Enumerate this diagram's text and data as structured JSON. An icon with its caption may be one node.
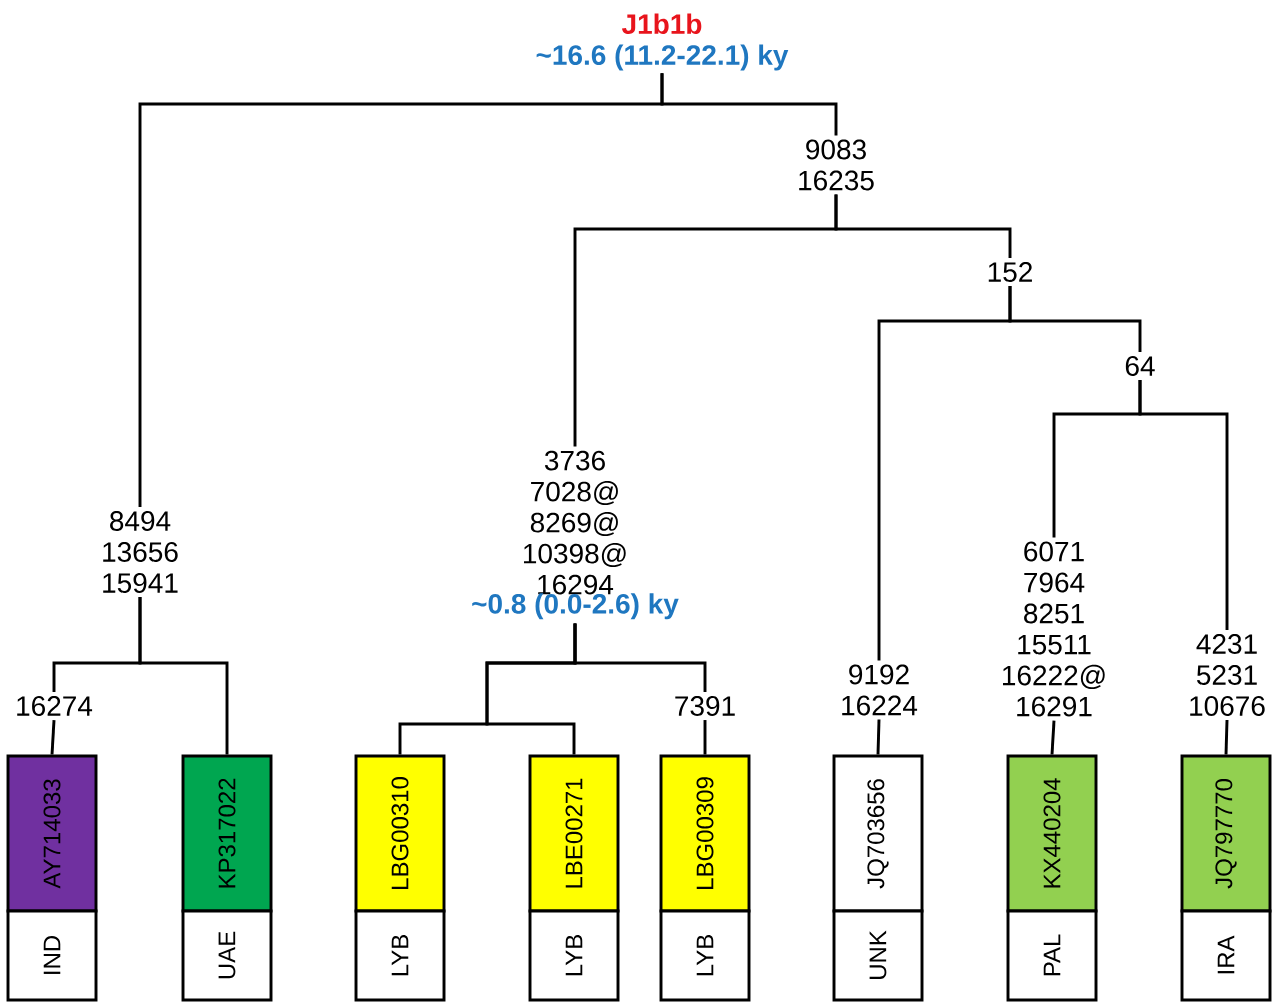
{
  "diagram": {
    "nodes": [
      {
        "text": [
          "J1b1b",
          "~16.6 (11.2-22.1) ky"
        ]
      },
      {
        "text": [
          "9083 16235"
        ]
      },
      {
        "text": [
          "152"
        ]
      },
      {
        "text": [
          "64"
        ]
      },
      {
        "text": [
          "8494 13656 15941"
        ]
      },
      {
        "text": [
          "3736 7028@ 8269@ 10398@ 16294",
          "~0.8 (0.0-2.6) ky"
        ]
      },
      {
        "text": [
          "6071 7964 8251 15511 16222@ 16291"
        ]
      },
      {
        "text": [
          "4231 5231 10676"
        ]
      },
      {
        "text": [
          "16274"
        ]
      },
      {
        "text": [
          "7391"
        ]
      },
      {
        "text": [
          "9192 16224"
        ]
      },
      {
        "text": [
          "AY714033"
        ]
      },
      {
        "text": [
          "KP317022"
        ]
      },
      {
        "text": [
          "LBG00310"
        ]
      },
      {
        "text": [
          "LBE00271"
        ]
      },
      {
        "text": [
          "LBG00309"
        ]
      },
      {
        "text": [
          "JQ703656"
        ]
      },
      {
        "text": [
          "KX440204"
        ]
      },
      {
        "text": [
          "JQ797770"
        ]
      },
      {
        "text": [
          "IND"
        ]
      },
      {
        "text": [
          "UAE"
        ]
      },
      {
        "text": [
          "LYB"
        ]
      },
      {
        "text": [
          "LYB"
        ]
      },
      {
        "text": [
          "LYB"
        ]
      },
      {
        "text": [
          "UNK"
        ]
      },
      {
        "text": [
          "PAL"
        ]
      },
      {
        "text": [
          "IRA"
        ]
      }
    ],
    "edges": [
      {
        "from": 0,
        "to": 1,
        "arrow": "none"
      },
      {
        "from": 0,
        "to": 4,
        "arrow": "none"
      },
      {
        "from": 1,
        "to": 2,
        "arrow": "none"
      },
      {
        "from": 1,
        "to": 5,
        "arrow": "none"
      },
      {
        "from": 2,
        "to": 3,
        "arrow": "none"
      },
      {
        "from": 2,
        "to": 10,
        "arrow": "none"
      },
      {
        "from": 3,
        "to": 6,
        "arrow": "none"
      },
      {
        "from": 3,
        "to": 7,
        "arrow": "none"
      },
      {
        "from": 4,
        "to": 8,
        "arrow": "none"
      },
      {
        "from": 4,
        "to": 12,
        "arrow": "none"
      },
      {
        "from": 8,
        "to": 11,
        "arrow": "none"
      },
      {
        "from": 5,
        "to": 13,
        "arrow": "none"
      },
      {
        "from": 5,
        "to": 14,
        "arrow": "none"
      },
      {
        "from": 5,
        "to": 9,
        "arrow": "none"
      },
      {
        "from": 9,
        "to": 15,
        "arrow": "none"
      },
      {
        "from": 10,
        "to": 16,
        "arrow": "none"
      },
      {
        "from": 6,
        "to": 17,
        "arrow": "none"
      },
      {
        "from": 7,
        "to": 18,
        "arrow": "none"
      }
    ]
  }
}
